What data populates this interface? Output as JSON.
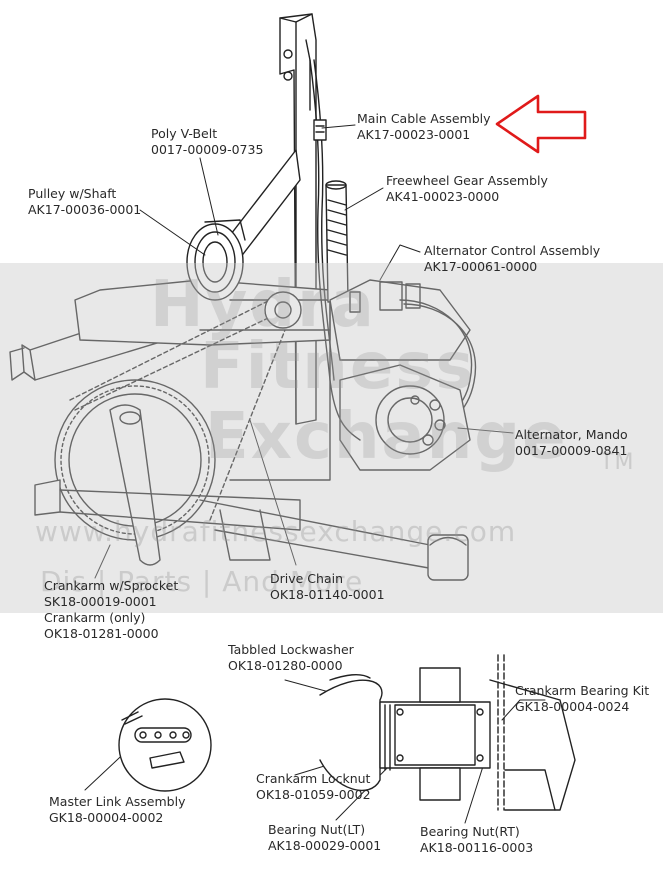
{
  "labels": {
    "main_cable": {
      "name": "Main Cable Assembly",
      "part": "AK17-00023-0001"
    },
    "poly_vbelt": {
      "name": "Poly V-Belt",
      "part": "0017-00009-0735"
    },
    "freewheel": {
      "name": "Freewheel Gear Assembly",
      "part": "AK41-00023-0000"
    },
    "pulley": {
      "name": "Pulley w/Shaft",
      "part": "AK17-00036-0001"
    },
    "alt_control": {
      "name": "Alternator Control Assembly",
      "part": "AK17-00061-0000"
    },
    "alternator": {
      "name": "Alternator, Mando",
      "part": "0017-00009-0841"
    },
    "crankarm_sprocket": {
      "name": "Crankarm w/Sprocket",
      "part": "SK18-00019-0001"
    },
    "crankarm_only": {
      "name": "Crankarm (only)",
      "part": "OK18-01281-0000"
    },
    "drive_chain": {
      "name": "Drive Chain",
      "part": "OK18-01140-0001"
    },
    "lockwasher": {
      "name": "Tabbled Lockwasher",
      "part": "OK18-01280-0000"
    },
    "bearing_kit": {
      "name": "Crankarm Bearing Kit",
      "part": "GK18-00004-0024"
    },
    "locknut": {
      "name": "Crankarm Locknut",
      "part": "OK18-01059-0002"
    },
    "master_link": {
      "name": "Master Link Assembly",
      "part": "GK18-00004-0002"
    },
    "bearing_nut_lt": {
      "name": "Bearing Nut(LT)",
      "part": "AK18-00029-0001"
    },
    "bearing_nut_rt": {
      "name": "Bearing Nut(RT)",
      "part": "AK18-00116-0003"
    }
  },
  "watermark": {
    "line1": "Hydra",
    "line2": "Fitness",
    "line3": "Exchange",
    "tm": "TM",
    "url": "www.hydrafitnessexchange.com",
    "tagline": "Dis | Parts | And More"
  },
  "colors": {
    "line": "#222222",
    "arrow": "#e01a1a",
    "watermark_band": "#c8c8c8"
  },
  "icons": {
    "callout_arrow": "red-left-arrow-icon",
    "master_link": "chain-master-link-icon"
  }
}
